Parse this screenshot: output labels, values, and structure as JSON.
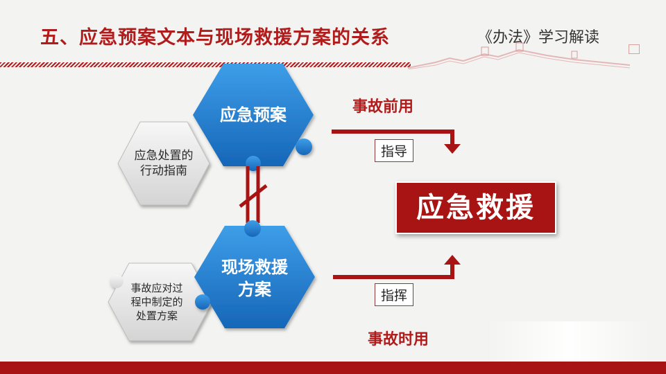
{
  "header": {
    "title": "五、应急预案文本与现场救援方案的关系",
    "subtitle": "《办法》学习解读"
  },
  "diagram": {
    "top_hex_blue": "应急预案",
    "top_hex_gray_lines": [
      "应急处置的",
      "行动指南"
    ],
    "bottom_hex_blue_lines": [
      "现场救援",
      "方案"
    ],
    "bottom_hex_gray_lines": [
      "事故应对过",
      "程中制定的",
      "处置方案"
    ],
    "label_before": "事故前用",
    "label_during": "事故时用",
    "guide_label": "指导",
    "command_label": "指挥",
    "main_box": "应急救援"
  },
  "colors": {
    "accent_red": "#a81414",
    "blue": "#1f7fd4",
    "gray": "#e4e4e4"
  }
}
